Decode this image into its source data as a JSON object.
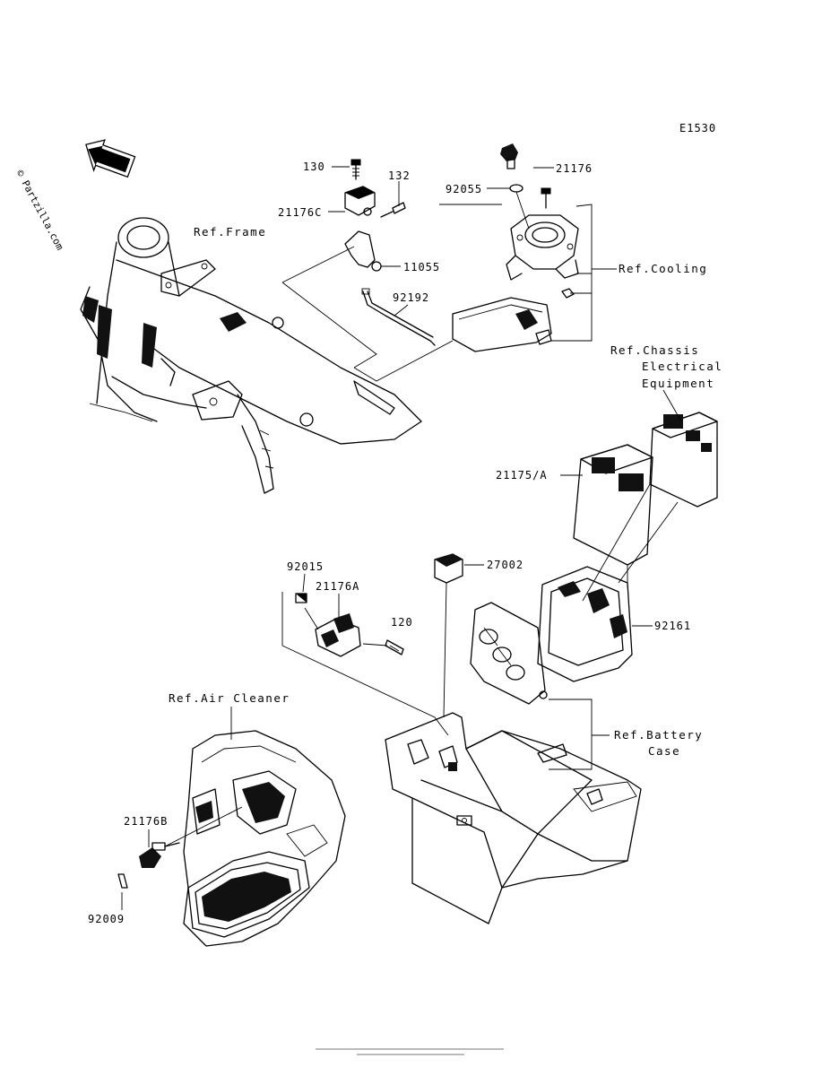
{
  "diagram_code": "E1530",
  "watermark": "© Partzilla.com",
  "front_arrow": {
    "label": "FRONT",
    "icon": "front-direction-arrow-icon"
  },
  "part_labels": {
    "p130": "130",
    "p132": "132",
    "p21176": "21176",
    "p92055": "92055",
    "p21176C": "21176C",
    "p11055": "11055",
    "p92192": "92192",
    "p21175A": "21175/A",
    "p27002": "27002",
    "p92015": "92015",
    "p21176A": "21176A",
    "p120": "120",
    "p92161": "92161",
    "p21176B": "21176B",
    "p92009": "92009"
  },
  "ref_labels": {
    "frame": "Ref.Frame",
    "cooling": "Ref.Cooling",
    "chassis_1": "Ref.Chassis",
    "chassis_2": "Electrical",
    "chassis_3": "Equipment",
    "air_cleaner": "Ref.Air Cleaner",
    "battery_1": "Ref.Battery",
    "battery_2": "Case"
  }
}
